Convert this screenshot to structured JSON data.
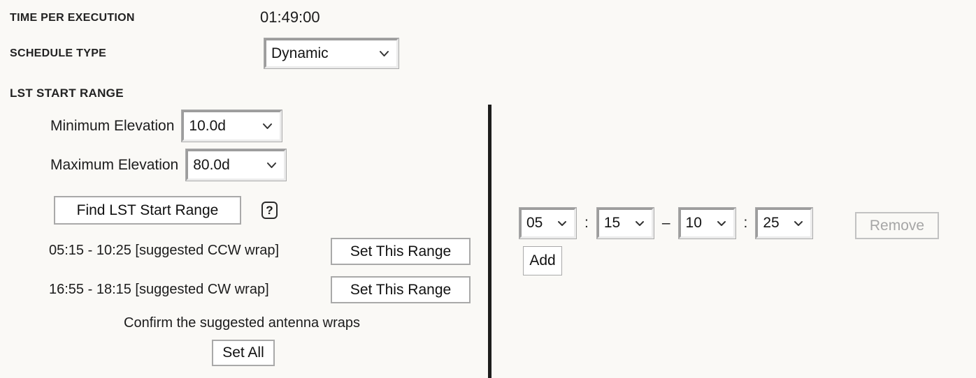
{
  "colors": {
    "background": "#faf9f6",
    "divider": "#1d1d1c",
    "disabled_text": "#a6a6a6",
    "select_bevel": "#9d9d9d"
  },
  "left_panel": {
    "time_per_execution": {
      "label": "TIME PER EXECUTION",
      "value": "01:49:00"
    },
    "schedule_type": {
      "label": "SCHEDULE TYPE",
      "value": "Dynamic"
    },
    "lst_start_range": {
      "header": "LST START RANGE",
      "min_elevation": {
        "label": "Minimum Elevation",
        "value": "10.0d"
      },
      "max_elevation": {
        "label": "Maximum Elevation",
        "value": "80.0d"
      },
      "find_button_label": "Find LST Start Range",
      "help_icon_glyph": "?",
      "suggestions": [
        {
          "text": "05:15 - 10:25 [suggested CCW wrap]",
          "button_label": "Set This Range"
        },
        {
          "text": "16:55 - 18:15 [suggested CW wrap]",
          "button_label": "Set This Range"
        }
      ],
      "confirm_text": "Confirm the suggested antenna wraps",
      "set_all_label": "Set All"
    }
  },
  "right_panel": {
    "range_row": {
      "start_hour": "05",
      "start_minute": "15",
      "end_hour": "10",
      "end_minute": "25",
      "colon": ":",
      "dash": "–",
      "remove_label": "Remove"
    },
    "add_label": "Add"
  }
}
